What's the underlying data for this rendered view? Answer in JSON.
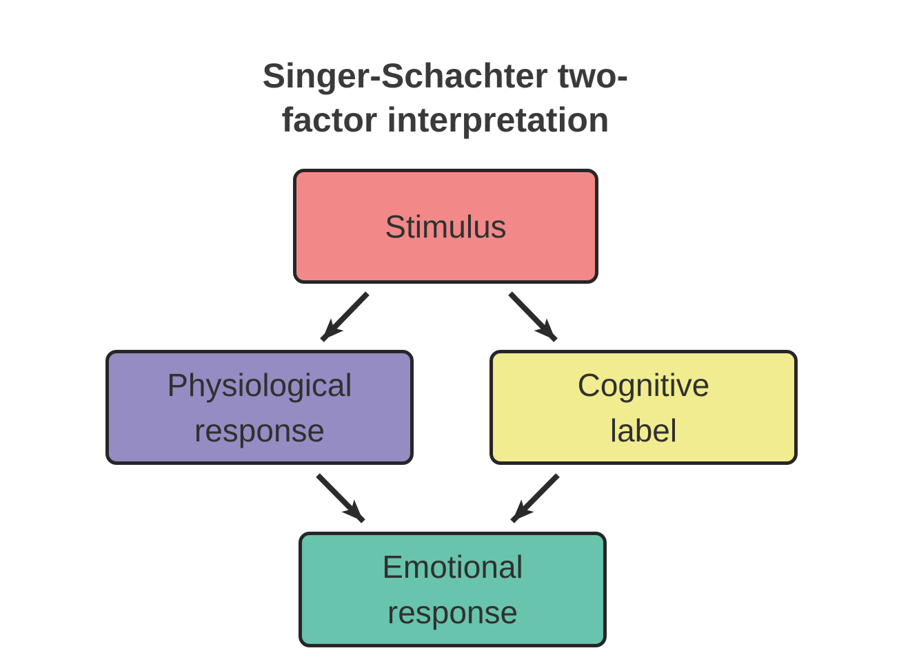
{
  "title": {
    "line1": "Singer-Schachter two-",
    "line2": "factor interpretation"
  },
  "diagram_type": "flowchart",
  "nodes": [
    {
      "id": "stimulus",
      "lines": [
        "Stimulus"
      ],
      "color": "#f28888"
    },
    {
      "id": "physiological-response",
      "lines": [
        "Physiological",
        "response"
      ],
      "color": "#948cc2"
    },
    {
      "id": "cognitive-label",
      "lines": [
        "Cognitive",
        "label"
      ],
      "color": "#f0ec8f"
    },
    {
      "id": "emotional-response",
      "lines": [
        "Emotional",
        "response"
      ],
      "color": "#68c4ac"
    }
  ],
  "edges": [
    {
      "from": "stimulus",
      "to": "physiological-response"
    },
    {
      "from": "stimulus",
      "to": "cognitive-label"
    },
    {
      "from": "physiological-response",
      "to": "emotional-response"
    },
    {
      "from": "cognitive-label",
      "to": "emotional-response"
    }
  ],
  "colors": {
    "background": "#ffffff",
    "box_border": "#262626",
    "arrow": "#2b2b2b",
    "title_text": "#3a3a3a",
    "box_text": "#303030"
  }
}
